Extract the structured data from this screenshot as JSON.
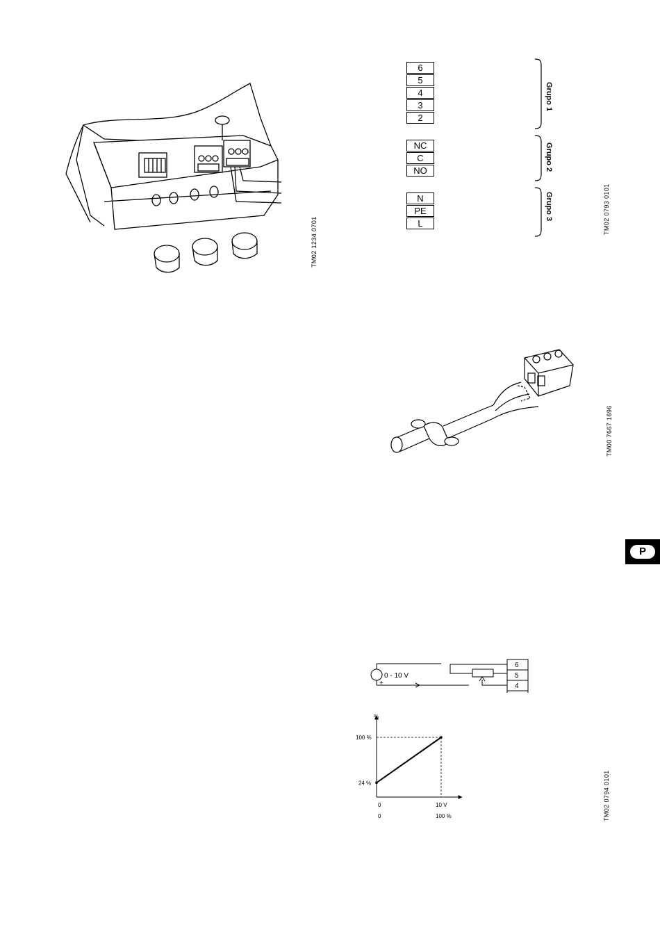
{
  "codes": {
    "figure1": "TM02 1234 0701",
    "figure2": "TM02 0793 0101",
    "figure3": "TM00 7667 1696",
    "figure4": "TM02 0794 0101"
  },
  "terminals": {
    "group1": [
      "6",
      "5",
      "4",
      "3",
      "2"
    ],
    "group2": [
      "NC",
      "C",
      "NO"
    ],
    "group3": [
      "N",
      "PE",
      "L"
    ]
  },
  "groups": {
    "g1": "Grupo 1",
    "g2": "Grupo 2",
    "g3": "Grupo 3"
  },
  "wiring": {
    "source_label": "0 - 10 V",
    "plus": "+",
    "terminals": [
      "6",
      "5",
      "4"
    ]
  },
  "chart_data": {
    "type": "line",
    "y_unit": "%",
    "y_ticks": [
      "100 %",
      "24 %"
    ],
    "x_tick_0": "0",
    "x_tick_max": "10 V",
    "x2_tick_0": "0",
    "x2_tick_max": "100 %",
    "series": [
      {
        "x": [
          0,
          10
        ],
        "y": [
          24,
          100
        ]
      }
    ],
    "xlim": [
      0,
      10
    ],
    "ylim": [
      0,
      100
    ],
    "dashed_guides": true
  },
  "side_tab": {
    "letter": "P"
  }
}
